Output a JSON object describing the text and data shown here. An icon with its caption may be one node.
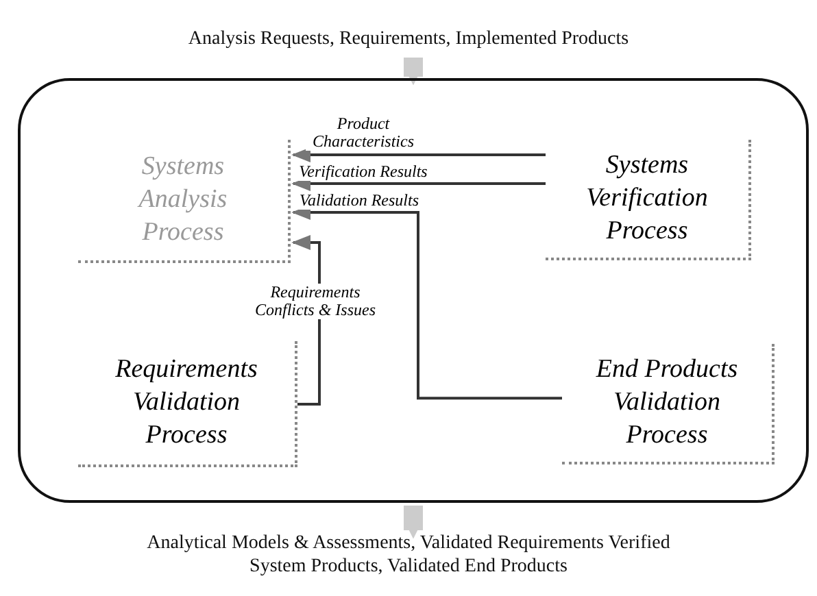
{
  "diagram": {
    "nodes": [
      {
        "text": [
          "Analysis Requests, Requirements, Implemented Products"
        ]
      },
      {
        "text": [],
        "shape": "box"
      },
      {
        "text": [
          "Systems Analysis Process"
        ],
        "in": 1
      },
      {
        "text": [
          "Systems Verification Process"
        ],
        "in": 1
      },
      {
        "text": [
          "Requirements Validation Process"
        ],
        "in": 1
      },
      {
        "text": [
          "End Products Validation Process"
        ],
        "in": 1
      },
      {
        "text": [
          "Analytical Models & Assessments, Validated Requirements Verified System Products, Validated End Products"
        ]
      }
    ],
    "edges": [
      {
        "from": 0,
        "to": 1,
        "arrow": "to",
        "style": "thick",
        "color": "#cccccc"
      },
      {
        "from": 3,
        "to": 2,
        "arrow": "to",
        "label": "Product Characteristics"
      },
      {
        "from": 3,
        "to": 2,
        "arrow": "to",
        "label": "Verification Results"
      },
      {
        "from": 5,
        "to": 2,
        "arrow": "to",
        "label": "Validation Results"
      },
      {
        "from": 4,
        "to": 2,
        "arrow": "to",
        "label": "Requirements Conflicts & Issues"
      },
      {
        "from": 1,
        "to": 6,
        "arrow": "to",
        "style": "thick",
        "color": "#cccccc"
      }
    ]
  }
}
